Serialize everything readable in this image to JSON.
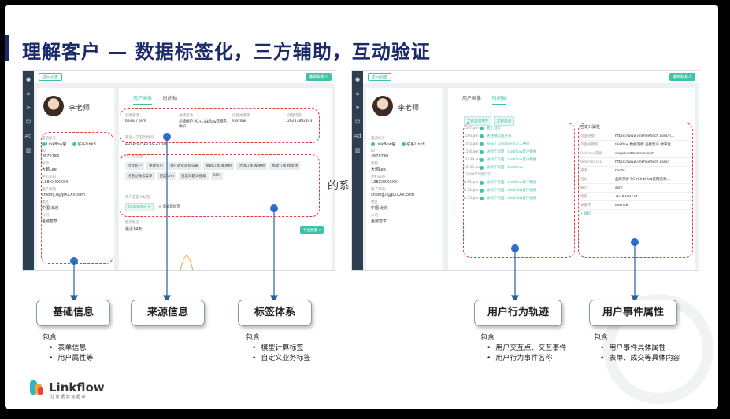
{
  "slide": {
    "title": "理解客户 — 数据标签化，三方辅助，互动验证",
    "overlay_text": "的系"
  },
  "shot1": {
    "back_button": "返回列表",
    "edit_button": "编辑联系人",
    "name": "李老师",
    "fields": [
      {
        "label": "渠道帐号",
        "value": ""
      },
      {
        "label": "ID",
        "value": "4570780"
      },
      {
        "label": "昵称",
        "value": "大鹏Lee"
      },
      {
        "label": "手机号码",
        "value": "138XXXXXXX"
      },
      {
        "label": "电子邮箱",
        "value": "shiong.li@pXXXX.com"
      },
      {
        "label": "地区",
        "value": "中国 北京"
      },
      {
        "label": "公司",
        "value": "金融智享"
      }
    ],
    "channel_tags": [
      "Linkflow官...",
      "联系Linkfl..."
    ],
    "tabs": [
      "用户画像",
      "时间轴"
    ],
    "source_headers": [
      "创建来源",
      "创建活动",
      "创建关键字",
      "创建内容"
    ],
    "source_values": [
      "baidu / sem",
      "品牌保护 PC+Linkflow官网名 保护",
      "linkflow",
      "26287892343"
    ],
    "last_visit_label": "最近一次互动时间",
    "last_visit_value": "2018-07-16 10:27:02",
    "tags_label": "用户标签组",
    "tags": [
      "活跃客户",
      "关键客户",
      "潜在转化目标设置",
      "基础订阅-发送组",
      "活动订阅-发送组",
      "基础订阅-接受组",
      "点击过微信菜单",
      "百度sem",
      "百度问题词搜索",
      "SEM"
    ],
    "custom_tags_label": "用户自定义标签",
    "custom_tag": "Interested ×",
    "add_tag": "+ 添加新标签",
    "trend_label": "趋势概览",
    "trend_range": "最近14天",
    "trend_button": "导出数量 ▾"
  },
  "shot2": {
    "back_button": "返回列表",
    "edit_button": "编辑联系人",
    "name": "李老师",
    "fields": [
      {
        "label": "渠道帐号",
        "value": ""
      },
      {
        "label": "ID",
        "value": "4570780"
      },
      {
        "label": "昵称",
        "value": "大鹏Lee"
      },
      {
        "label": "手机号码",
        "value": "138XXXXXXX"
      },
      {
        "label": "电子邮箱",
        "value": "shiong.li@pXXXX.com"
      },
      {
        "label": "地区",
        "value": "中国 北京"
      },
      {
        "label": "公司",
        "value": "金融智享"
      }
    ],
    "channel_tags": [
      "Linkflow官...",
      "联系Linkfl..."
    ],
    "tabs": [
      "用户画像",
      "时间轴"
    ],
    "filters": [
      "全部互动事件",
      "全部渠道"
    ],
    "timeline": [
      {
        "time": "10:7 pm",
        "text": "看了首页"
      },
      {
        "time": "10:6 pm",
        "text": "关注微信服务号"
      },
      {
        "time": "10:5 pm",
        "text": "扫描了Linkflow官方二维码"
      },
      {
        "time": "11:6 am",
        "text": "访问了页面 - Linkflow客户数据"
      },
      {
        "time": "10:39 am",
        "text": "访问了页面 - Linkflow客户数据"
      },
      {
        "time": "10:38 am",
        "text": "访问了页面 - Linkflow..."
      },
      {
        "time": "",
        "text": "2018年6月27日",
        "is_date": true
      },
      {
        "time": "8:51 pm",
        "text": "访问了页面 - Linkflow客户数据"
      },
      {
        "time": "8:51 pm",
        "text": "访问了页面 - Linkflow客户数据"
      },
      {
        "time": "8:55 pm",
        "text": "访问了页面 - Linkflow客户数据"
      }
    ],
    "attr_title": "自定义属性",
    "attrs": [
      {
        "k": "页面链接",
        "v": "https://www.linkflowtech.com/n..."
      },
      {
        "k": "页面关键字",
        "v": "linkflow,数据洞察,连接客户,数字化..."
      },
      {
        "k": "Referrer链接",
        "v": "www.linkflowtech.com"
      },
      {
        "k": "ReferrerURL",
        "v": "https://www.linkflowtech.com/"
      },
      {
        "k": "来源",
        "v": "baidu"
      },
      {
        "k": "活动",
        "v": "品牌保护 PC+Linkflow官网名称..."
      },
      {
        "k": "媒介",
        "v": "sem"
      },
      {
        "k": "内容",
        "v": "26287892343"
      },
      {
        "k": "关键字",
        "v": "linkflow"
      }
    ],
    "more": "• 收起"
  },
  "callouts": [
    {
      "title": "基础信息",
      "lead": "包含",
      "items": [
        "表单信息",
        "用户属性等"
      ]
    },
    {
      "title": "来源信息",
      "lead": "",
      "items": []
    },
    {
      "title": "标签体系",
      "lead": "包含",
      "items": [
        "模型计算标签",
        "自定义业务标签"
      ]
    },
    {
      "title": "用户行为轨迹",
      "lead": "包含",
      "items": [
        "用户交互点、交互事件",
        "用户行为事件名称"
      ]
    },
    {
      "title": "用户事件属性",
      "lead": "包含",
      "items": [
        "用户事件具体属性",
        "表单、成交等具体内容"
      ]
    }
  ],
  "logo": {
    "name": "Linkflow",
    "tagline": "让 数 据 流 动 起 来"
  },
  "colors": {
    "accent": "#3cc2a6",
    "dash": "#e03c3c",
    "title": "#1b2a6b",
    "sidebar": "#2d3e4e"
  }
}
